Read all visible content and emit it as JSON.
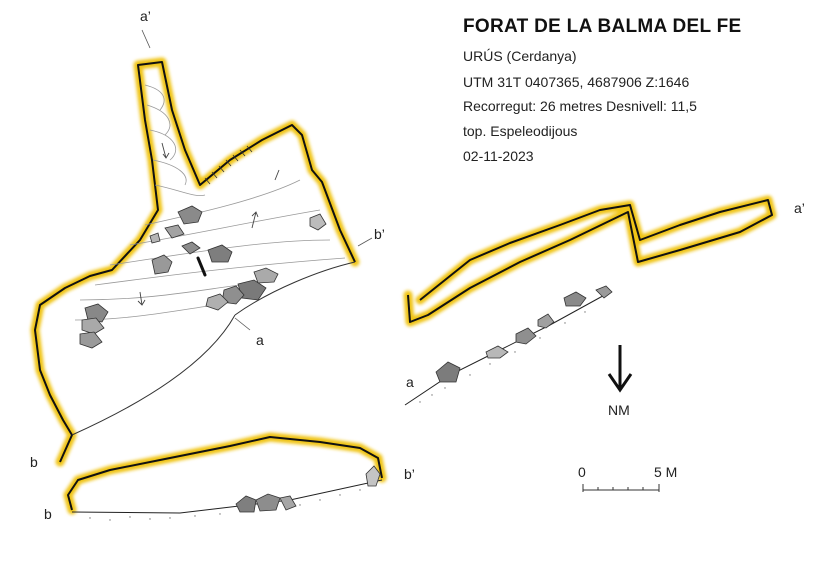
{
  "title": "FORAT DE LA BALMA DEL FE",
  "info": {
    "location": "URÚS (Cerdanya)",
    "utm": "UTM 31T  0407365, 4687906  Z:1646",
    "route": "Recorregut: 26 metres  Desnivell: 11,5",
    "survey": "top. Espeleodijous",
    "date": "02-11-2023"
  },
  "labels": {
    "plan_a_prime": "a’",
    "plan_b_prime": "b’",
    "plan_a": "a",
    "plan_b": "b",
    "section_b": "b",
    "section_b_prime": "b’",
    "profile_a": "a",
    "profile_a_prime": "a’"
  },
  "north": {
    "label": "NM"
  },
  "scale": {
    "min_label": "0",
    "max_label": "5 M"
  },
  "colors": {
    "wall_highlight": "#f0c419",
    "wall_line": "#111111",
    "rock": "#8a8a8a"
  }
}
